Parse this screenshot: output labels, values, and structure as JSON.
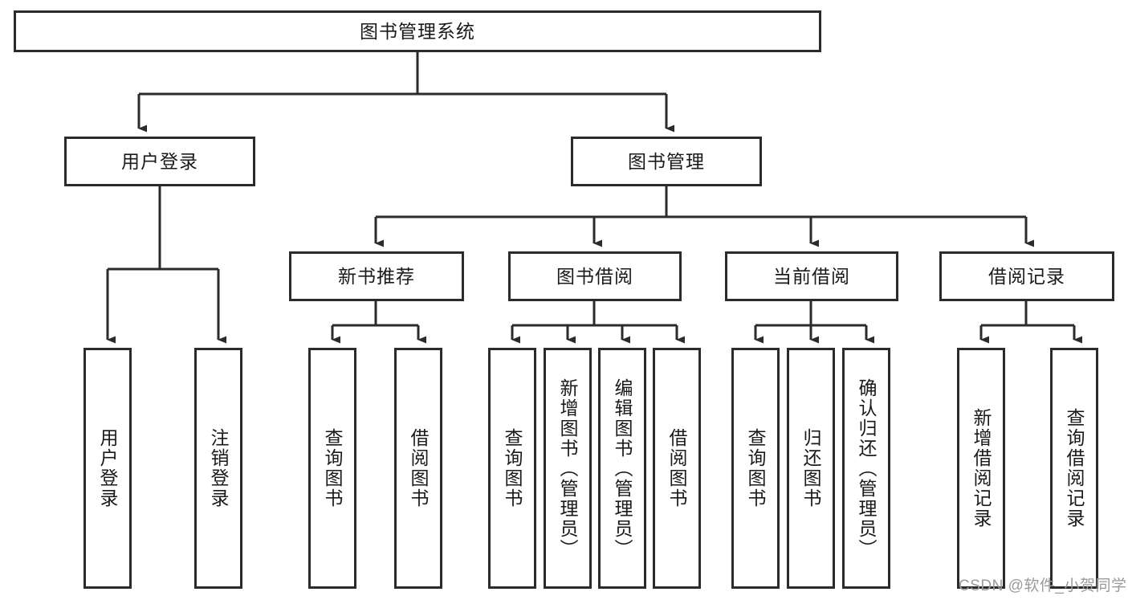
{
  "diagram": {
    "type": "tree",
    "title_node": {
      "label": "图书管理系统"
    },
    "level2": [
      {
        "label": "用户登录"
      },
      {
        "label": "图书管理"
      }
    ],
    "level3": [
      {
        "label": "新书推荐"
      },
      {
        "label": "图书借阅"
      },
      {
        "label": "当前借阅"
      },
      {
        "label": "借阅记录"
      }
    ],
    "leaves": {
      "user_login": [
        {
          "label": "用户登录"
        },
        {
          "label": "注销登录"
        }
      ],
      "new_book_recommend": [
        {
          "label": "查询图书"
        },
        {
          "label": "借阅图书"
        }
      ],
      "book_borrow": [
        {
          "label": "查询图书"
        },
        {
          "label": "新增图书（管理员）"
        },
        {
          "label": "编辑图书（管理员）"
        },
        {
          "label": "借阅图书"
        }
      ],
      "current_borrow": [
        {
          "label": "查询图书"
        },
        {
          "label": "归还图书"
        },
        {
          "label": "确认归还（管理员）"
        }
      ],
      "borrow_record": [
        {
          "label": "新增借阅记录"
        },
        {
          "label": "查询借阅记录"
        }
      ]
    }
  },
  "watermark": {
    "text": "CSDN @软件_小贺同学"
  },
  "colors": {
    "stroke": "#2b2b2b",
    "box_fill": "#ffffff",
    "text": "#1a1a1a",
    "watermark": "#9a9a9a",
    "background": "#ffffff"
  }
}
